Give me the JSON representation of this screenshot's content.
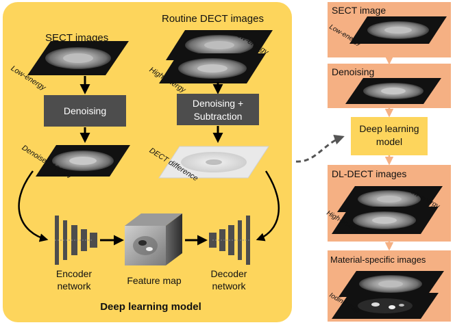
{
  "left_panel": {
    "title": "Deep learning model",
    "sect_title": "SECT images",
    "dect_title": "Routine DECT images",
    "sect_slice_label": "Low-energy",
    "dect_slice_label_low": "Low-energy",
    "dect_slice_label_high": "High-energy",
    "denoising_label": "Denoising",
    "denoising_sub_line1": "Denoising +",
    "denoising_sub_line2": "Subtraction",
    "denoised_label": "Denoised 100 kV",
    "dect_diff_label": "DECT difference",
    "encoder_line1": "Encoder",
    "encoder_line2": "network",
    "feature_map_label": "Feature map",
    "decoder_line1": "Decoder",
    "decoder_line2": "network"
  },
  "right_panel": {
    "sect_image": "SECT image",
    "sect_slice_label": "Low-energy",
    "denoising": "Denoising",
    "dl_model_line1": "Deep learning",
    "dl_model_line2": "model",
    "dl_dect_images": "DL-DECT images",
    "dl_dect_label_high": "High-energy",
    "dl_dect_label_low": "Low-energy",
    "material_specific": "Material-specific images",
    "iodine_map": "Iodine map"
  },
  "colors": {
    "panel_yellow": "#fdd55c",
    "right_box": "#f5b083",
    "dl_box": "#fdd55c",
    "dark_box": "#4d4d4d",
    "connector": "#f5b083"
  }
}
